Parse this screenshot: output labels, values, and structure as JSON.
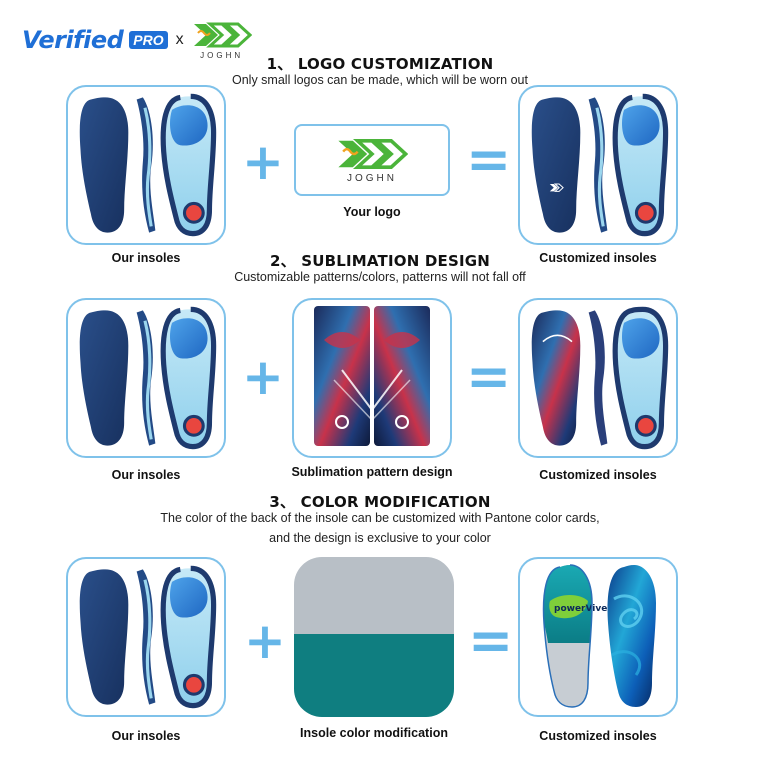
{
  "header": {
    "brand": "Verified",
    "brand_badge": "PRO",
    "separator": "x",
    "partner": "JOGHN"
  },
  "sections": [
    {
      "title": "1、 LOGO CUSTOMIZATION",
      "subtitle": "Only small logos can be made, which will be worn out",
      "left_caption": "Our insoles",
      "middle_caption": "Your logo",
      "right_caption": "Customized insoles",
      "logo_text": "JOGHN"
    },
    {
      "title": "2、 SUBLIMATION DESIGN",
      "subtitle": "Customizable patterns/colors, patterns will not fall off",
      "left_caption": "Our insoles",
      "middle_caption": "Sublimation pattern design",
      "right_caption": "Customized insoles"
    },
    {
      "title": "3、 COLOR MODIFICATION",
      "subtitle_line1": "The color of the back of the insole can be customized with Pantone color cards,",
      "subtitle_line2": "and the design is exclusive to your color",
      "left_caption": "Our insoles",
      "middle_caption": "Insole color modification",
      "right_caption": "Customized insoles",
      "brand_text": "powerVive"
    }
  ],
  "operators": {
    "plus": "+",
    "equals": "="
  },
  "colors": {
    "accent": "#7fc2ea",
    "operator": "#66b6e8",
    "insole_navy": "#1e3a6e",
    "insole_light": "#a7dcf0",
    "heel_pad": "#e9463f",
    "arch_pad": "#2f7fd3",
    "color_card_top": "#b8bfc6",
    "color_card_bottom": "#0f7e80",
    "logo_green": "#4bb43a"
  }
}
